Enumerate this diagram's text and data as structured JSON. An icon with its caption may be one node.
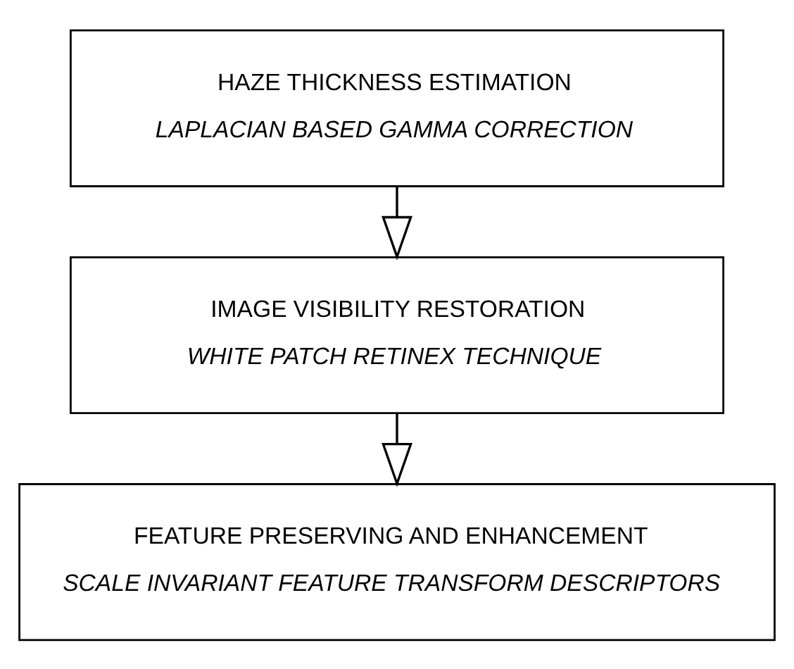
{
  "diagram": {
    "nodes": [
      {
        "text": [
          "HAZE THICKNESS ESTIMATION",
          "LAPLACIAN BASED GAMMA CORRECTION"
        ]
      },
      {
        "text": [
          "IMAGE VISIBILITY RESTORATION",
          "WHITE PATCH RETINEX TECHNIQUE"
        ]
      },
      {
        "text": [
          "FEATURE PRESERVING AND ENHANCEMENT",
          "SCALE INVARIANT FEATURE TRANSFORM DESCRIPTORS"
        ]
      }
    ],
    "edges": [
      {
        "from": 0,
        "to": 1,
        "arrow": "to"
      },
      {
        "from": 1,
        "to": 2,
        "arrow": "to"
      }
    ]
  }
}
